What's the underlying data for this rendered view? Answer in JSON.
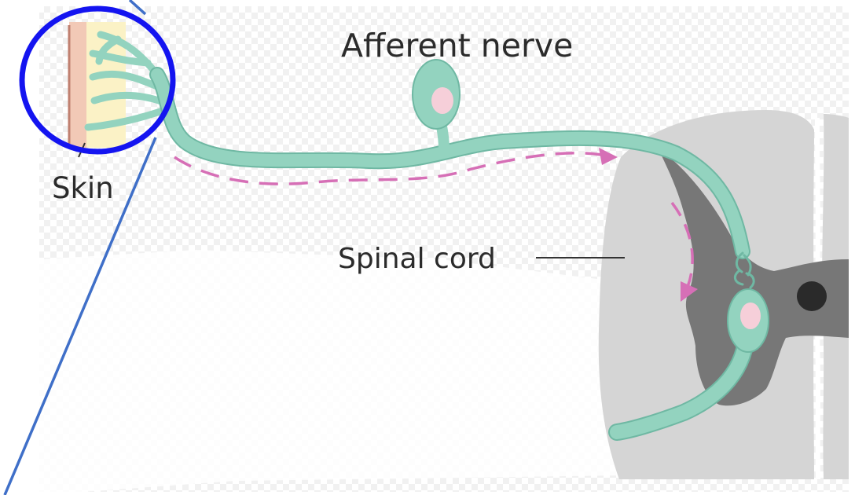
{
  "labels": {
    "afferent_nerve": "Afferent nerve",
    "skin": "Skin",
    "spinal_cord": "Spinal cord"
  },
  "colors": {
    "nerve": "#93d3bf",
    "nerve_outline": "#6fb8a3",
    "nucleus": "#f6cfd9",
    "signal_arrow": "#d66fb6",
    "spinal_cord_white_matter": "#d5d5d5",
    "spinal_cord_grey_matter": "#777777",
    "central_canal": "#2a2a2a",
    "skin_dermis": "#f2c9b6",
    "skin_epidermis": "#fbf2c6",
    "skin_line": "#c08070",
    "highlight_circle": "#1414f0",
    "zoom_line": "#3f6fc8",
    "background_checker": "#f1f1f1"
  }
}
